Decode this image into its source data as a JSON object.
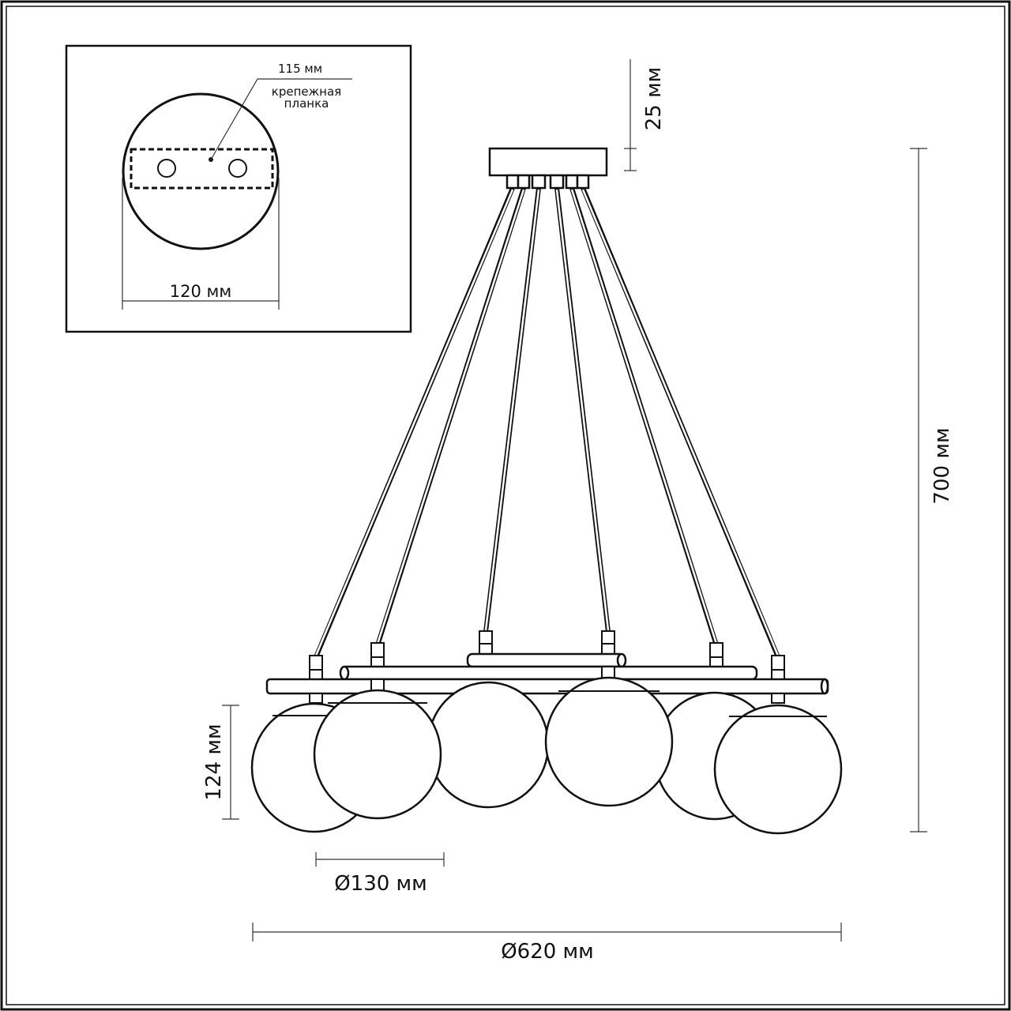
{
  "mount_inset": {
    "bar_length": "115 мм",
    "bar_label_line1": "крепежная",
    "bar_label_line2": "планка",
    "canopy_diameter": "120 мм"
  },
  "dimensions": {
    "canopy_height": "25 мм",
    "total_height": "700 мм",
    "shade_height": "124 мм",
    "shade_diameter": "Ø130 мм",
    "total_diameter": "Ø620 мм"
  },
  "colors": {
    "line": "#111111",
    "background": "#ffffff"
  }
}
